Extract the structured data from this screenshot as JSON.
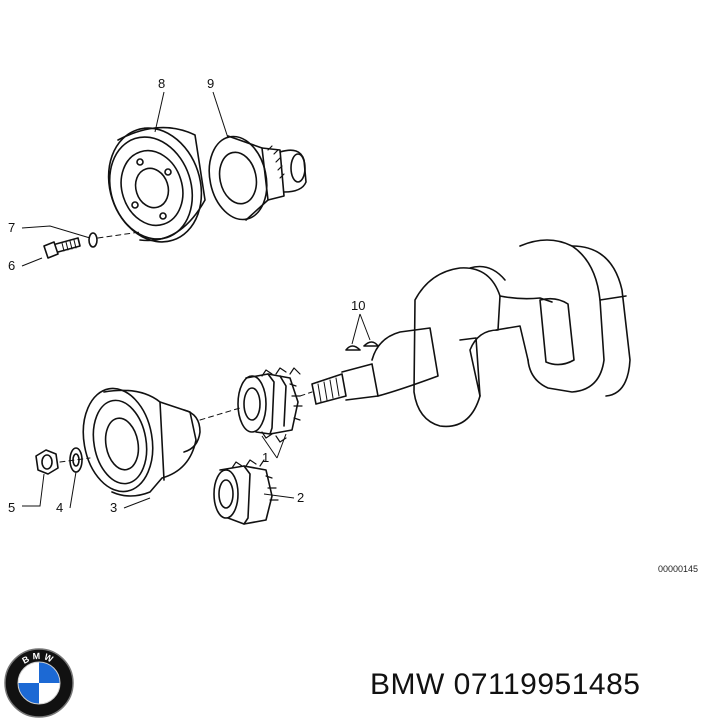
{
  "callouts": [
    {
      "id": "8",
      "label": "8"
    },
    {
      "id": "9",
      "label": "9"
    },
    {
      "id": "7",
      "label": "7"
    },
    {
      "id": "6",
      "label": "6"
    },
    {
      "id": "10",
      "label": "10"
    },
    {
      "id": "1",
      "label": "1"
    },
    {
      "id": "2",
      "label": "2"
    },
    {
      "id": "3",
      "label": "3"
    },
    {
      "id": "4",
      "label": "4"
    },
    {
      "id": "5",
      "label": "5"
    }
  ],
  "reference_code": "00000145",
  "brand": "BMW",
  "part_number_line": "BMW 07119951485",
  "logo": {
    "icon": "bmw-roundel-icon",
    "letters": "BMW",
    "colors": {
      "blue": "#1c69d4",
      "ring": "#111111",
      "white": "#ffffff"
    }
  }
}
